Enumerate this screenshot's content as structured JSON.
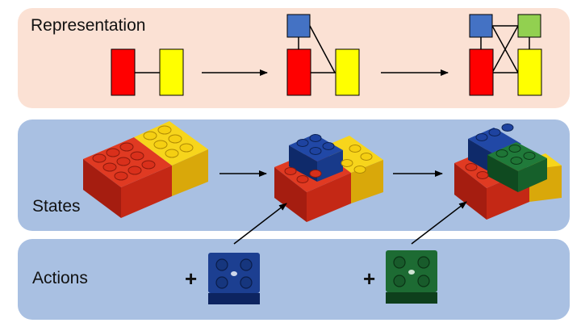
{
  "sections": {
    "representation": "Representation",
    "states": "States",
    "actions": "Actions"
  },
  "action_symbols": [
    "+",
    "+"
  ],
  "colors": {
    "red": "#ff0000",
    "yellow": "#ffff00",
    "blue": "#4472c4",
    "green": "#92d050",
    "representation_bg": "#fbe1d4",
    "section_bg": "#a9c0e2"
  },
  "blocks": {
    "red_lego": "#cc2a1a",
    "yellow_lego": "#f2c811",
    "blue_lego": "#1c3f91",
    "green_lego": "#1d6b33"
  }
}
